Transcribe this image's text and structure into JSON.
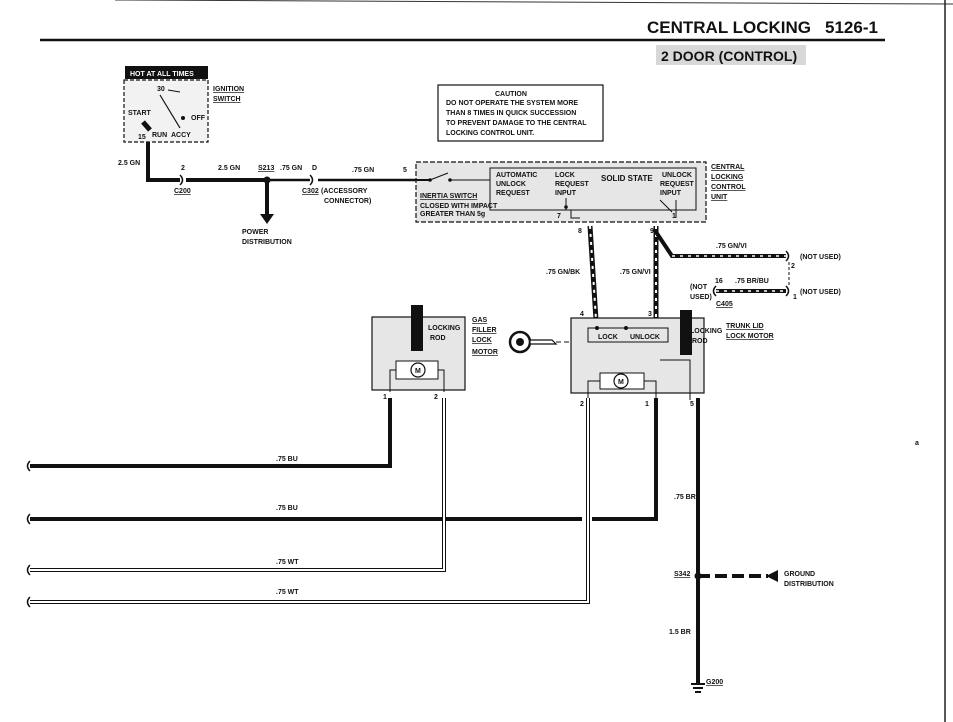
{
  "header": {
    "title": "CENTRAL LOCKING",
    "page_number": "5126-1",
    "subtitle": "2 DOOR (CONTROL)"
  },
  "ignition": {
    "hot_label": "HOT AT ALL TIMES",
    "switch_label": [
      "IGNITION",
      "SWITCH"
    ],
    "start": "START",
    "run": "RUN",
    "accy": "ACCY",
    "off": "OFF",
    "pin30": "30",
    "pin15": "15"
  },
  "caution": {
    "lines": [
      "CAUTION",
      "DO NOT OPERATE THE SYSTEM MORE",
      "THAN 8 TIMES IN QUICK SUCCESSION",
      "TO PREVENT DAMAGE TO THE CENTRAL",
      "LOCKING CONTROL UNIT."
    ]
  },
  "wires_top": {
    "w1": "2.5 GN",
    "c200_pin": "2",
    "c200": "C200",
    "w2": "2.5 GN",
    "s213": "S213",
    "w3": ".75 GN",
    "c302_pin": "D",
    "w4": ".75 GN",
    "c302": "C302",
    "c302_desc": [
      "(ACCESSORY",
      "CONNECTOR)"
    ],
    "power": [
      "POWER",
      "DISTRIBUTION"
    ],
    "cu_pin5": "5"
  },
  "control_unit": {
    "label": [
      "CENTRAL",
      "LOCKING",
      "CONTROL",
      "UNIT"
    ],
    "inertia": "INERTIA SWITCH",
    "inertia_desc": [
      "CLOSED WITH IMPACT",
      "GREATER THAN 5g"
    ],
    "auto": [
      "AUTOMATIC",
      "UNLOCK",
      "REQUEST"
    ],
    "lockreq": [
      "LOCK",
      "REQUEST",
      "INPUT"
    ],
    "solid": "SOLID STATE",
    "unlockreq": [
      "UNLOCK",
      "REQUEST",
      "INPUT"
    ],
    "pin7": "7",
    "pin1": "1",
    "pin8": "8",
    "pin9": "9"
  },
  "right_wires": {
    "w_gnvi": ".75 GN/VI",
    "not_used": "(NOT USED)",
    "pin2": "2",
    "pin16": "16",
    "w_brbu": ".75 BR/BU",
    "not_used2": [
      "(NOT",
      "USED)"
    ],
    "c405": "C405",
    "not_used3": "(NOT USED)",
    "pin1": "1"
  },
  "mid_wires": {
    "w_gnbk": ".75 GN/BK",
    "w_gnvi2": ".75 GN/VI",
    "pin4": "4",
    "pin3": "3"
  },
  "gas_motor": {
    "label": [
      "GAS",
      "FILLER",
      "LOCK",
      "MOTOR"
    ],
    "rod": [
      "LOCKING",
      "ROD"
    ],
    "m": "M",
    "pin1": "1",
    "pin2": "2"
  },
  "trunk_motor": {
    "label": [
      "TRUNK LID",
      "LOCK MOTOR"
    ],
    "rod": [
      "LOCKING",
      "ROD"
    ],
    "lock": "LOCK",
    "unlock": "UNLOCK",
    "m": "M",
    "pin2": "2",
    "pin1": "1",
    "pin5": "5"
  },
  "bottom_wires": {
    "bu1": ".75 BU",
    "bu2": ".75 BU",
    "wt1": ".75 WT",
    "wt2": ".75 WT",
    "br": ".75 BR",
    "s342": "S342",
    "ground_dist": [
      "GROUND",
      "DISTRIBUTION"
    ],
    "br15": "1.5 BR",
    "g200": "G200"
  },
  "margin_mark": "a"
}
